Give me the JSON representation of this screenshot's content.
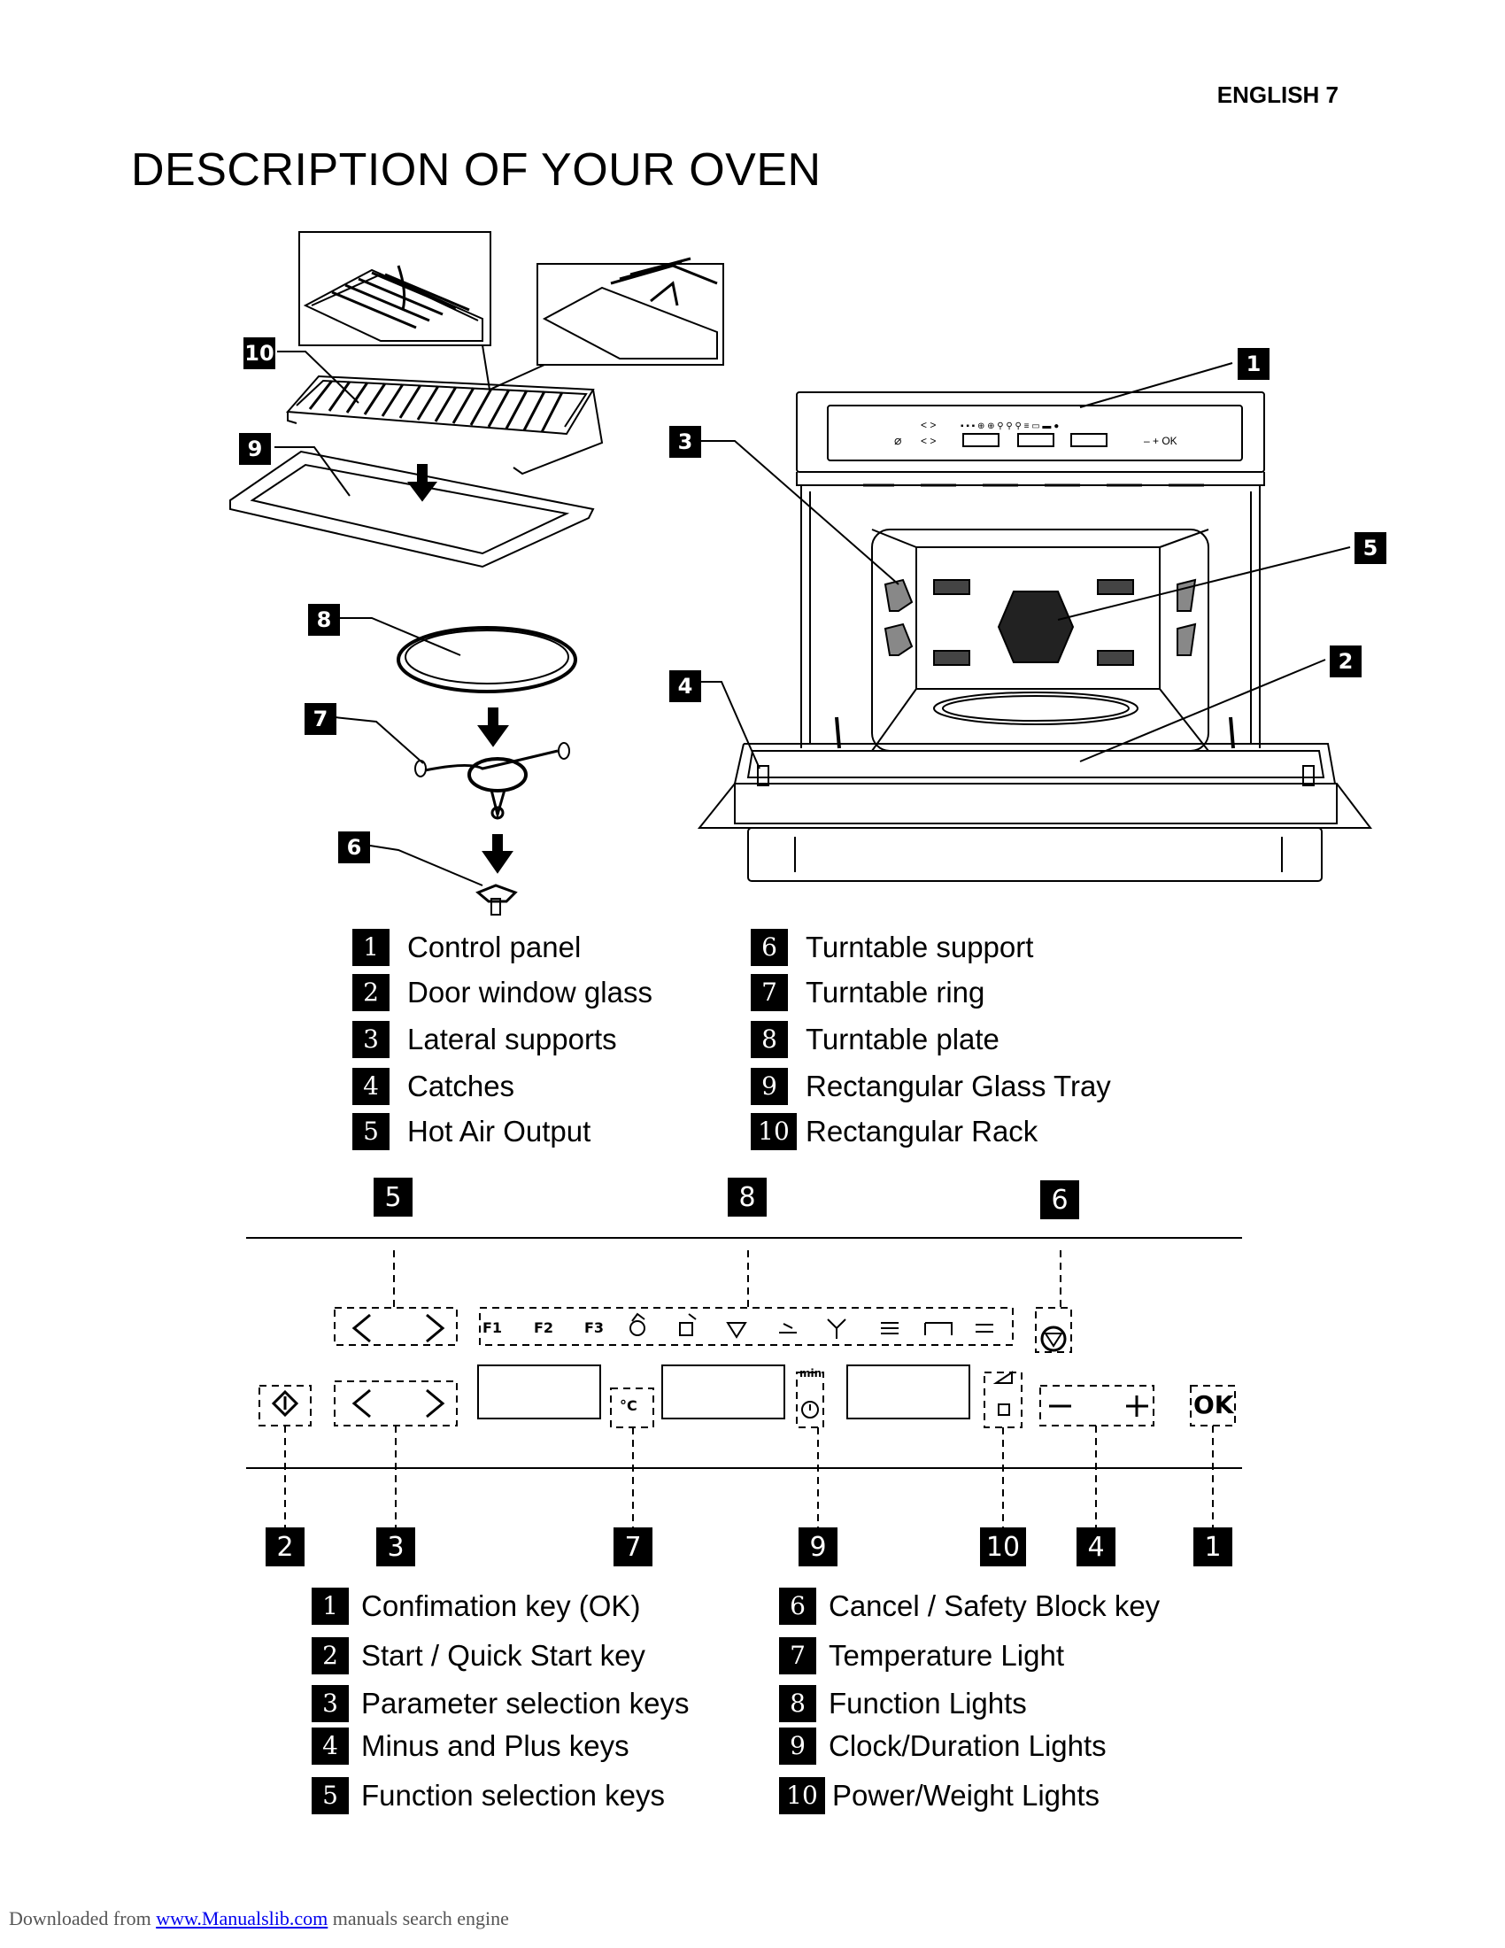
{
  "header": {
    "page_label": "ENGLISH 7"
  },
  "title": "DESCRIPTION OF YOUR OVEN",
  "oven_callouts": [
    "1",
    "2",
    "3",
    "4",
    "5",
    "6",
    "7",
    "8",
    "9",
    "10"
  ],
  "oven_legend": {
    "left": [
      {
        "n": "1",
        "text": "Control panel"
      },
      {
        "n": "2",
        "text": "Door window glass"
      },
      {
        "n": "3",
        "text": "Lateral supports"
      },
      {
        "n": "4",
        "text": "Catches"
      },
      {
        "n": "5",
        "text": "Hot Air Output"
      }
    ],
    "right": [
      {
        "n": "6",
        "text": "Turntable support"
      },
      {
        "n": "7",
        "text": "Turntable ring"
      },
      {
        "n": "8",
        "text": "Turntable plate"
      },
      {
        "n": "9",
        "text": "Rectangular Glass Tray"
      },
      {
        "n": "10",
        "text": "Rectangular Rack"
      }
    ]
  },
  "panel": {
    "function_keys": [
      "F1",
      "F2",
      "F3"
    ],
    "temp_unit": "°C",
    "minute_label": "min",
    "minus": "—",
    "plus": "+",
    "ok": "OK",
    "top_callouts": [
      "5",
      "8",
      "6"
    ],
    "bottom_callouts": [
      "2",
      "3",
      "7",
      "9",
      "10",
      "4",
      "1"
    ]
  },
  "panel_legend": {
    "left": [
      {
        "n": "1",
        "text": "Confimation key (OK)"
      },
      {
        "n": "2",
        "text": "Start / Quick Start key"
      },
      {
        "n": "3",
        "text": "Parameter selection keys"
      },
      {
        "n": "4",
        "text": "Minus and Plus keys"
      },
      {
        "n": "5",
        "text": "Function selection keys"
      }
    ],
    "right": [
      {
        "n": "6",
        "text": "Cancel / Safety Block key"
      },
      {
        "n": "7",
        "text": "Temperature Light"
      },
      {
        "n": "8",
        "text": "Function Lights"
      },
      {
        "n": "9",
        "text": "Clock/Duration Lights"
      },
      {
        "n": "10",
        "text": "Power/Weight Lights"
      }
    ]
  },
  "footer": {
    "prefix": "Downloaded from",
    "link": "www.Manualslib.com",
    "suffix": " manuals search engine"
  }
}
